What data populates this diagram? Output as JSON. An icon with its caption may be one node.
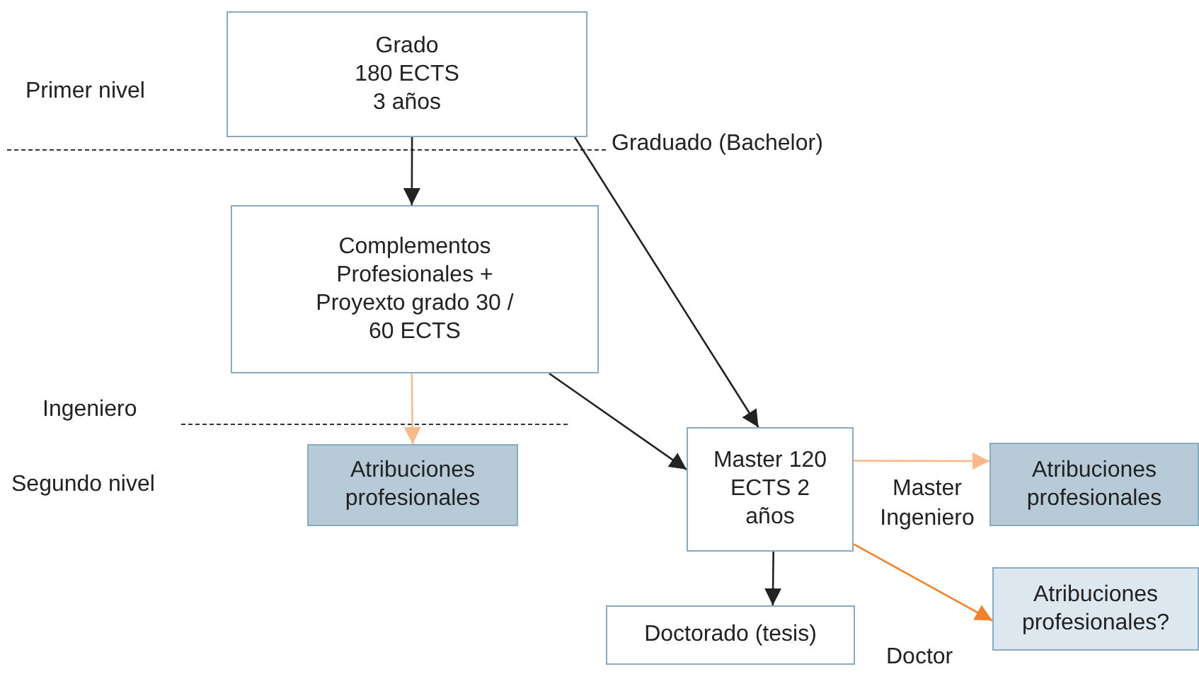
{
  "diagram": {
    "nodes": [
      {
        "text": [
          "Grado 180 ECTS 3 años"
        ]
      },
      {
        "text": [
          "Complementos Profesionales + Proyexto grado 30 / 60 ECTS"
        ]
      },
      {
        "text": [
          "Atribuciones profesionales"
        ]
      },
      {
        "text": [
          "Master 120 ECTS 2 años"
        ]
      },
      {
        "text": [
          "Atribuciones profesionales"
        ]
      },
      {
        "text": [
          "Atribuciones profesionales?"
        ]
      },
      {
        "text": [
          "Doctorado (tesis)"
        ]
      }
    ],
    "edges": [
      {
        "from": 0,
        "to": 1,
        "arrow": "to"
      },
      {
        "from": 0,
        "to": 3,
        "arrow": "to"
      },
      {
        "from": 1,
        "to": 3,
        "arrow": "to"
      },
      {
        "from": 1,
        "to": 2,
        "arrow": "to",
        "color": "#fbb98a"
      },
      {
        "from": 3,
        "to": 4,
        "arrow": "to",
        "color": "#fbb98a"
      },
      {
        "from": 3,
        "to": 5,
        "arrow": "to",
        "color": "#f0822a"
      },
      {
        "from": 3,
        "to": 6,
        "arrow": "to"
      }
    ],
    "labels": [
      "Primer nivel",
      "Graduado (Bachelor)",
      "Ingeniero",
      "Segundo nivel",
      "Master Ingeniero",
      "Doctor"
    ]
  }
}
